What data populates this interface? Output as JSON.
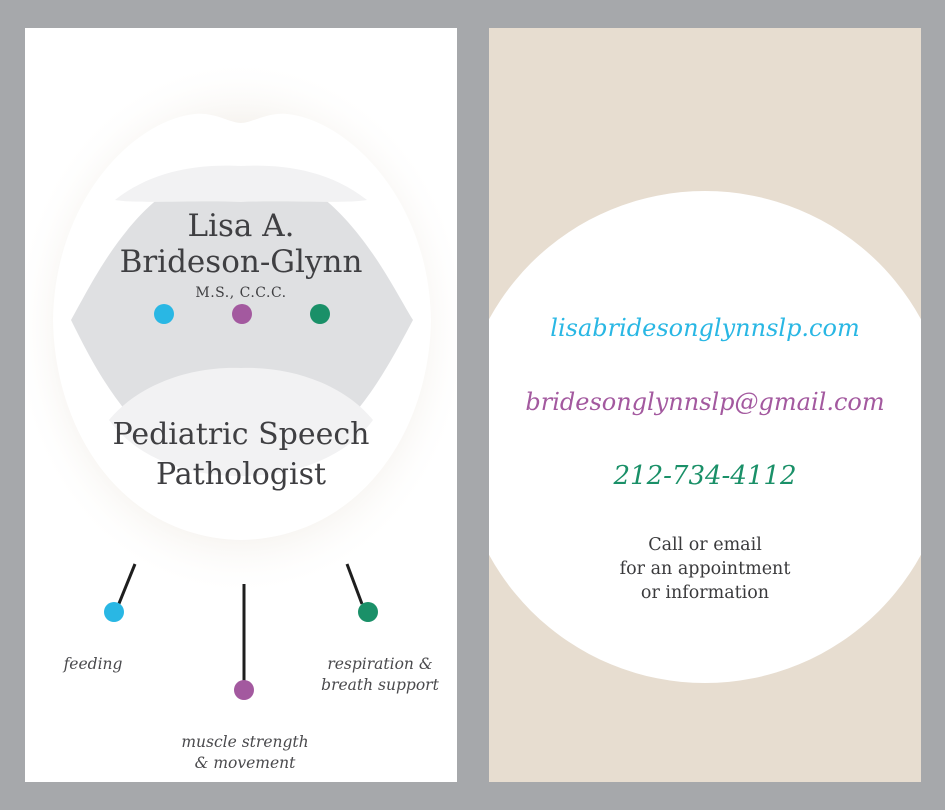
{
  "colors": {
    "cyan": "#29b7e4",
    "purple": "#a3599f",
    "green": "#1a9068",
    "text_dark": "#3f3f42",
    "back_background": "#e7ddd0",
    "page_background": "#a6a8ab"
  },
  "front": {
    "name_line1": "Lisa A.",
    "name_line2": "Brideson-Glynn",
    "credentials": "M.S., C.C.C.",
    "title_line1": "Pediatric Speech",
    "title_line2": "Pathologist",
    "labels": {
      "feeding": "feeding",
      "respiration_line1": "respiration &",
      "respiration_line2": "breath support",
      "muscle_line1": "muscle strength",
      "muscle_line2": "& movement"
    }
  },
  "back": {
    "website": "lisabridesonglynnslp.com",
    "email": "bridesonglynnslp@gmail.com",
    "phone": "212-734-4112",
    "cta_line1": "Call or email",
    "cta_line2": "for an appointment",
    "cta_line3": "or information"
  }
}
